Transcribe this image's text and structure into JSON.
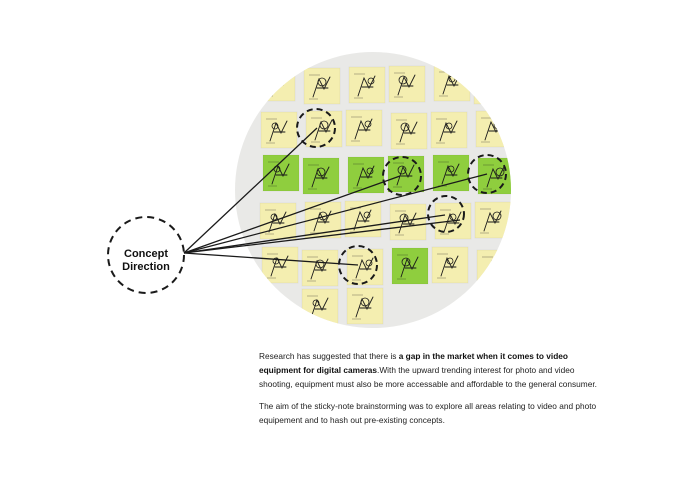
{
  "callout": {
    "label_line1": "Concept",
    "label_line2": "Direction"
  },
  "body": {
    "p1_start": "Research has suggested that there is ",
    "p1_bold": "a gap in the market when it comes to video equipment for digital cameras",
    "p1_end": ".With the upward trending interest for photo and video shooting, equipment must also be more accessable and affordable to the general consumer.",
    "p2": "The aim of the sticky-note brainstorming was to explore all areas relating to video and photo equipement and to hash out pre-existing concepts."
  },
  "colors": {
    "sticky_yellow": "#f4eeb0",
    "sticky_green": "#8fce3e",
    "wall": "#e9e9e7",
    "ink": "#1a1a1a"
  }
}
